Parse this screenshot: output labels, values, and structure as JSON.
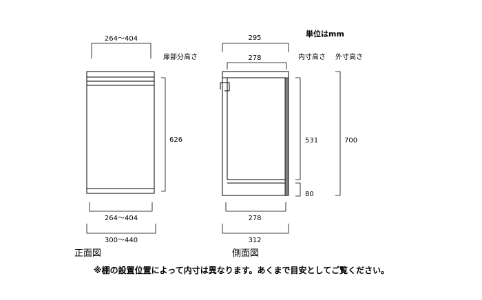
{
  "unit_label": "単位はmm",
  "front": {
    "top_width": "264～404",
    "door_height_label": "扉部分高さ",
    "door_height": "626",
    "bottom_width": "264～404",
    "outer_width": "300～440",
    "view_label": "正面図"
  },
  "side": {
    "outer_depth": "295",
    "inner_depth_top": "278",
    "inner_height_label": "内寸高さ",
    "outer_height_label": "外寸高さ",
    "inner_height": "531",
    "plinth_height": "80",
    "outer_height": "700",
    "inner_depth_bottom": "278",
    "overall_depth": "312",
    "view_label": "側面図"
  },
  "note": "※棚の設置位置によって内寸は異なります。あくまで目安としてご覧ください。",
  "colors": {
    "line": "#000000",
    "side_panel": "#808080"
  }
}
